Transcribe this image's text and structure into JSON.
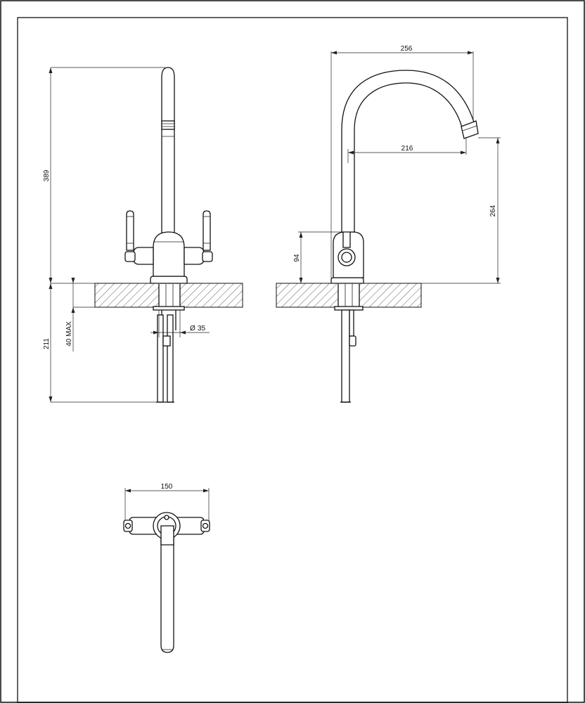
{
  "dimensions": {
    "total_height": "389",
    "below_counter": "211",
    "max_counter_thickness": "40 MAX",
    "shank_diameter": "35",
    "diameter_symbol": "Ø",
    "spout_width": "256",
    "spout_reach": "216",
    "spout_height": "264",
    "lever_height": "94",
    "handle_span": "150"
  },
  "colors": {
    "line": "#111111",
    "background": "#ffffff"
  }
}
